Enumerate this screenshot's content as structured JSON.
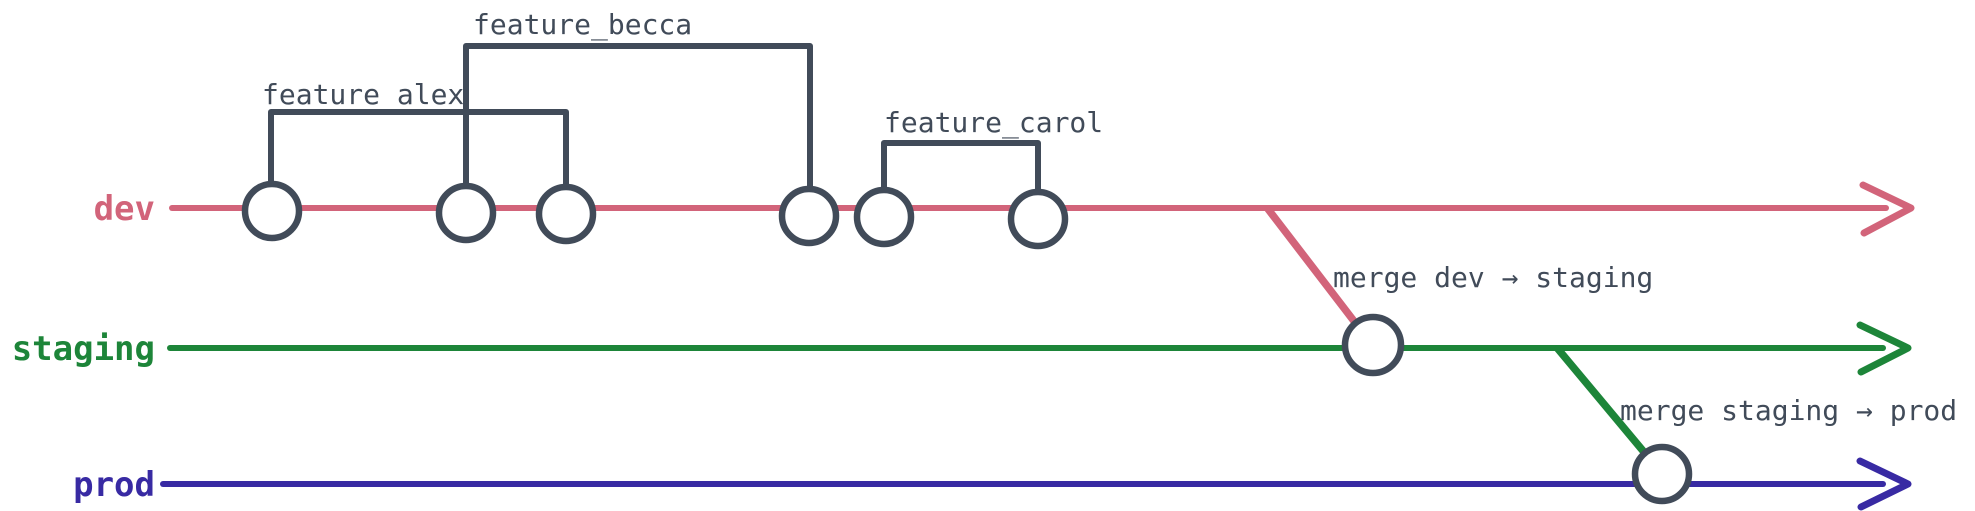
{
  "colors": {
    "ink": "#414b59",
    "background": "#ffffff"
  },
  "branches": [
    {
      "name": "dev",
      "color": "#d2647a",
      "commit_count": 6
    },
    {
      "name": "staging",
      "color": "#1d8539",
      "commit_count": 1
    },
    {
      "name": "prod",
      "color": "#382aa3",
      "commit_count": 1
    }
  ],
  "feature_branches": [
    {
      "label": "feature_alex",
      "branch": "dev",
      "span_commits": [
        1,
        3
      ]
    },
    {
      "label": "feature_becca",
      "branch": "dev",
      "span_commits": [
        2,
        4
      ]
    },
    {
      "label": "feature_carol",
      "branch": "dev",
      "span_commits": [
        5,
        6
      ]
    }
  ],
  "merges": [
    {
      "label": "merge dev → staging",
      "from": "dev",
      "to": "staging"
    },
    {
      "label": "merge staging → prod",
      "from": "staging",
      "to": "prod"
    }
  ]
}
